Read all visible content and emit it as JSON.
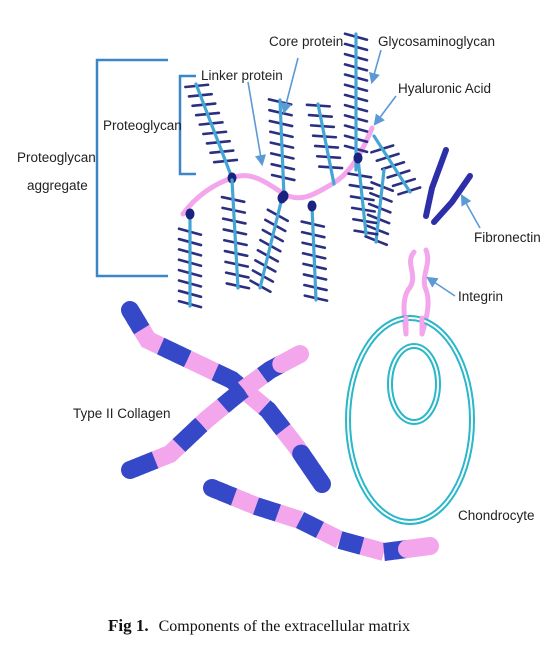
{
  "labels": {
    "core_protein": "Core protein",
    "glycosaminoglycan": "Glycosaminoglycan",
    "linker_protein": "Linker protein",
    "hyaluronic_acid": "Hyaluronic Acid",
    "proteoglycan": "Proteoglycan",
    "proteoglycan_aggregate_line1": "Proteoglycan",
    "proteoglycan_aggregate_line2": "aggregate",
    "fibronectin": "Fibronectin",
    "integrin": "Integrin",
    "type_ii_collagen": "Type II Collagen",
    "chondrocyte": "Chondrocyte"
  },
  "caption": {
    "prefix": "Fig 1.",
    "text": "Components of the extracellular matrix"
  },
  "colors": {
    "navy": "#1a237e",
    "gag": "#2b2f80",
    "core": "#45a6d6",
    "pink": "#f3a6ec",
    "collagen_blue": "#3548c8",
    "teal": "#2ab7c9",
    "bracket": "#3a86c8",
    "arrow": "#5b9bd5",
    "fibronectin": "#2c2fa8"
  }
}
